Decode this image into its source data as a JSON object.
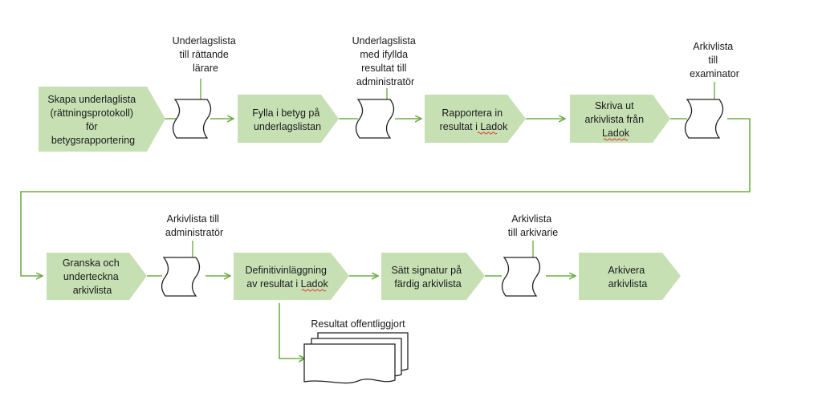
{
  "steps": [
    {
      "id": "s1",
      "lines": [
        "Skapa underlaglista",
        "(rättningsprotokoll)",
        "för",
        "betygsrapportering"
      ]
    },
    {
      "id": "s2",
      "lines": [
        "Fylla i betyg på",
        "underlagslistan"
      ]
    },
    {
      "id": "s3",
      "lines": [
        "Rapportera in",
        "resultat i Ladok"
      ]
    },
    {
      "id": "s4",
      "lines": [
        "Skriva ut",
        "arkivlista från",
        "Ladok"
      ]
    },
    {
      "id": "s5",
      "lines": [
        "Granska och",
        "underteckna",
        "arkivlista"
      ]
    },
    {
      "id": "s6",
      "lines": [
        "Definitivinläggning",
        "av resultat i Ladok"
      ]
    },
    {
      "id": "s7",
      "lines": [
        "Sätt signatur på",
        "färdig arkivlista"
      ]
    },
    {
      "id": "s8",
      "lines": [
        "Arkivera",
        "arkivlista"
      ]
    }
  ],
  "documents": [
    {
      "id": "d1",
      "lines": [
        "Underlagslista",
        "till rättande",
        "lärare"
      ]
    },
    {
      "id": "d2",
      "lines": [
        "Underlagslista",
        "med ifyllda",
        "resultat till",
        "administratör"
      ]
    },
    {
      "id": "d3",
      "lines": [
        "Arkivlista",
        "till",
        "examinator"
      ]
    },
    {
      "id": "d4",
      "lines": [
        "Arkivlista till",
        "administratör"
      ]
    },
    {
      "id": "d5",
      "lines": [
        "Arkivlista",
        "till arkivarie"
      ]
    },
    {
      "id": "d6",
      "lines": [
        "Resultat offentliggjort"
      ]
    }
  ],
  "colors": {
    "step_fill": "#c6e0b4",
    "connector": "#70ad47",
    "document_stroke": "#222222",
    "spellcheck_underline": "#e0352b"
  },
  "spellcheck_marked_word": "Ladok"
}
